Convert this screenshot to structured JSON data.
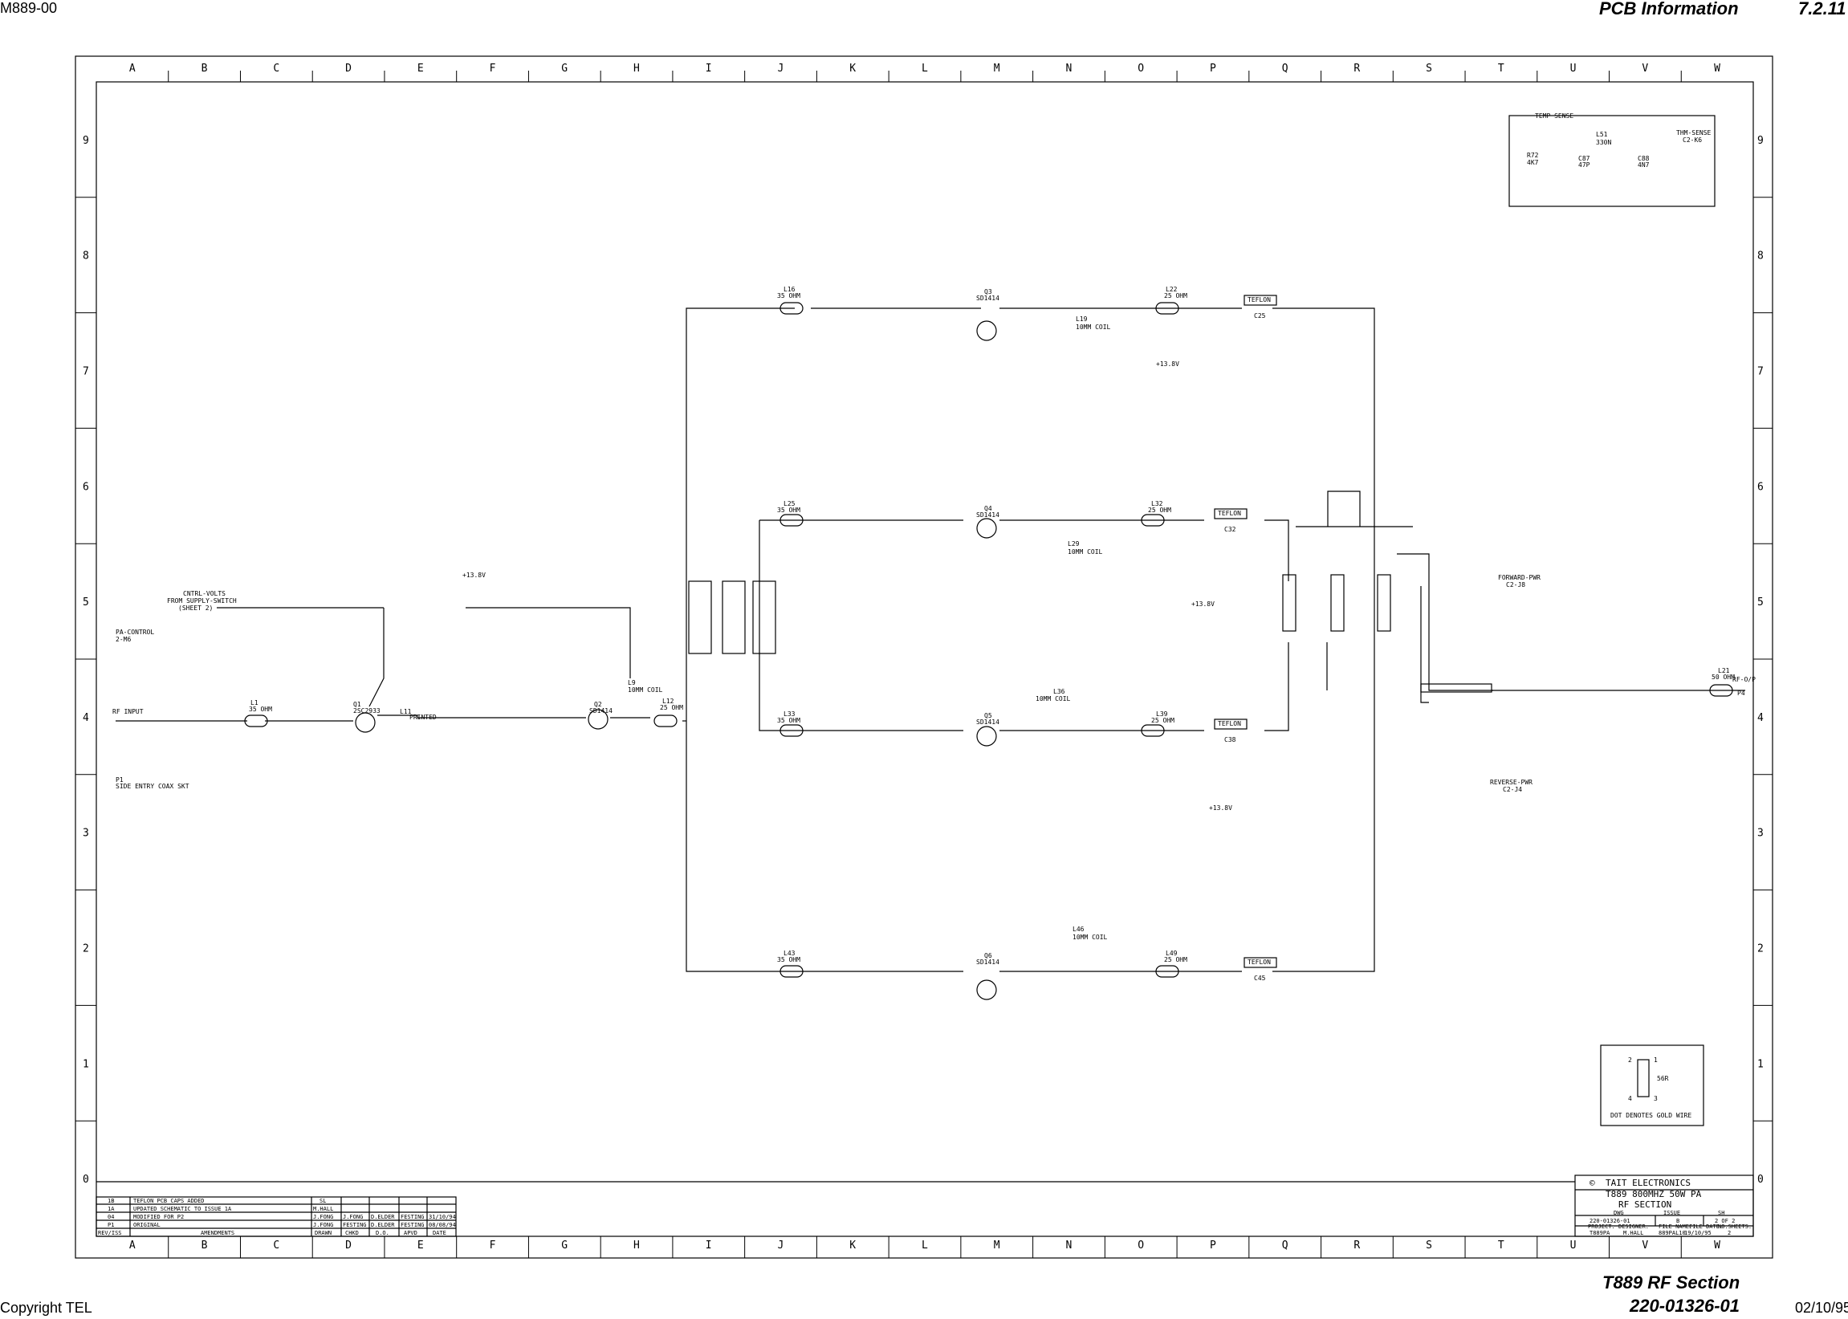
{
  "header": {
    "doc_code": "M889-00",
    "section_title": "PCB Information",
    "section_number": "7.2.11"
  },
  "footer": {
    "copyright": "Copyright TEL",
    "title": "T889 RF Section",
    "drawing_number": "220-01326-01",
    "date": "02/10/95"
  },
  "grid": {
    "columns": [
      "A",
      "B",
      "C",
      "D",
      "E",
      "F",
      "G",
      "H",
      "I",
      "J",
      "K",
      "L",
      "M",
      "N",
      "O",
      "P",
      "Q",
      "R",
      "S",
      "T",
      "U",
      "V",
      "W"
    ],
    "rows": [
      "9",
      "8",
      "7",
      "6",
      "5",
      "4",
      "3",
      "2",
      "1",
      "0"
    ]
  },
  "temp_sense": {
    "title": "TEMP SENSE",
    "inductor": "L51",
    "inductor_value": "330N",
    "label": "THM-SENSE",
    "ref": "C2-K6",
    "resistor": "R72",
    "resistor_value": "4K7",
    "cap1": "C87",
    "cap1_value": "47P",
    "cap2": "C88",
    "cap2_value": "4N7"
  },
  "gold_wire_box": {
    "pins": [
      "2",
      "1",
      "4",
      "3"
    ],
    "value": "56R",
    "note": "DOT DENOTES GOLD WIRE"
  },
  "labels": {
    "ctrl_volts": "CNTRL-VOLTS",
    "from_supply": "FROM SUPPLY-SWITCH",
    "sheet": "(SHEET 2)",
    "pa_control": "PA-CONTROL",
    "pa_ref": "2-M6",
    "rf_input": "RF INPUT",
    "p1": "P1",
    "p1_desc": "SIDE ENTRY COAX SKT",
    "plus13v": "+13.8V",
    "forward_pwr": "FORWARD-PWR",
    "forward_ref": "C2-J8",
    "reverse_pwr": "REVERSE-PWR",
    "reverse_ref": "C2-J4",
    "rf_out": "RF-O/P",
    "p4": "P4",
    "teflon": "TEFLON",
    "q1": "Q1",
    "q1_type": "2SC2933",
    "q2": "Q2",
    "q2_type": "SD1414",
    "q3": "Q3",
    "q4": "Q4",
    "q5": "Q5",
    "q6": "Q6",
    "sd1414": "SD1414",
    "l12": "L12",
    "ohm25": "25 OHM",
    "l16": "L16",
    "l22": "L22",
    "l25": "L25",
    "l32": "L32",
    "l33": "L33",
    "l39": "L39",
    "l43": "L43",
    "l49": "L49",
    "l21": "L21",
    "ohm50": "50 OHM",
    "ohm35": "35 OHM",
    "l1": "L1",
    "l11": "L11",
    "printed": "PRINTED",
    "c25": "C25",
    "c32": "C32",
    "c38": "C38",
    "c45": "C45",
    "l19": "L19",
    "coil10": "10MM COIL",
    "l29": "L29",
    "l36": "L36",
    "l46": "L46",
    "l9": "L9"
  },
  "title_block": {
    "company": "TAIT ELECTRONICS",
    "title1": "T889 800MHZ 50W PA",
    "title2": "RF SECTION",
    "dwg": "220-01326-01",
    "issue": "B",
    "sheet": "2 OF 2",
    "project": "T889PA",
    "designer": "M.HALL",
    "file": "889PAL10",
    "file_date": "19/10/95",
    "num_sheets": "2",
    "lbl_project": "PROJECT:",
    "lbl_designer": "DESIGNER:",
    "lbl_file": "FILE NAME:",
    "lbl_date": "FILE DATE:",
    "lbl_sheets": "NO.SHEETS:",
    "lbl_dwg": "DWG",
    "lbl_issue": "ISSUE",
    "lbl_sh": "SH"
  },
  "revisions": {
    "rows": [
      {
        "rev": "1B",
        "text": "TEFLON PCB CAPS ADDED",
        "drawn": "SL",
        "chkd": "",
        "do": "",
        "apvd": "",
        "date": ""
      },
      {
        "rev": "1A",
        "text": "UPDATED SCHEMATIC TO ISSUE 1A",
        "drawn": "M.HALL",
        "chkd": "",
        "do": "",
        "apvd": "",
        "date": ""
      },
      {
        "rev": "04",
        "text": "MODIFIED FOR P2",
        "drawn": "J.FONG",
        "chkd": "J.FONG",
        "do": "D.ELDER",
        "apvd": "FESTING",
        "date": "31/10/94"
      },
      {
        "rev": "P1",
        "text": "ORIGINAL",
        "drawn": "J.FONG",
        "chkd": "FESTING",
        "do": "D.ELDER",
        "apvd": "FESTING",
        "date": "08/08/94"
      }
    ],
    "headers": [
      "REV/ISS",
      "AMENDMENTS",
      "DRAWN",
      "CHKD",
      "D.O.",
      "APVD",
      "DATE"
    ]
  }
}
